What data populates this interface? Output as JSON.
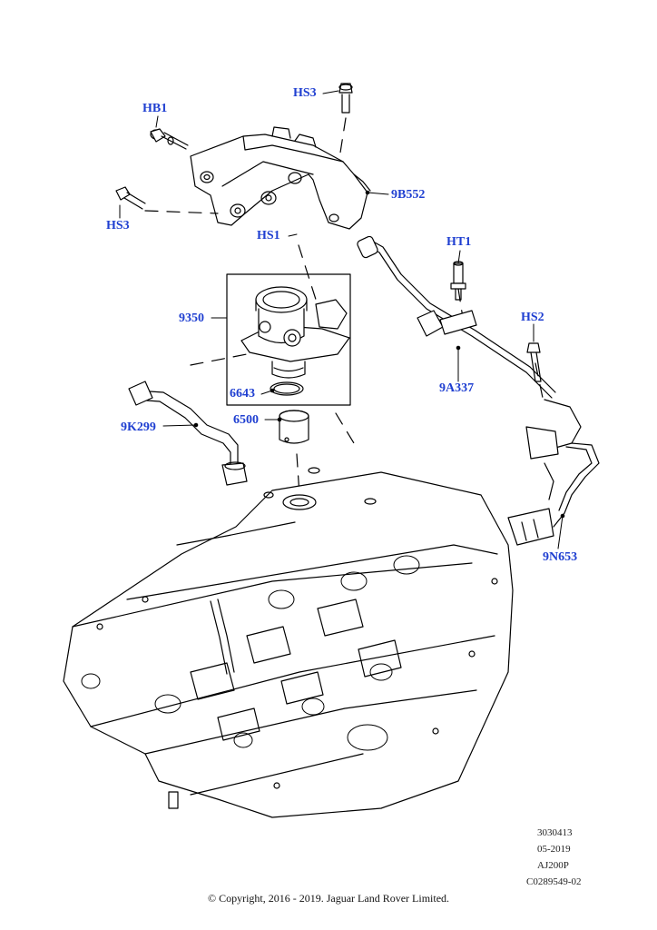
{
  "callouts": {
    "HB1": "HB1",
    "HS3_top": "HS3",
    "HS3_left": "HS3",
    "9B552": "9B552",
    "HS1": "HS1",
    "HT1": "HT1",
    "HS2": "HS2",
    "9350": "9350",
    "9A337": "9A337",
    "6643": "6643",
    "6500": "6500",
    "9K299": "9K299",
    "9N653": "9N653"
  },
  "meta": {
    "ref": "3030413",
    "date": "05-2019",
    "engine": "AJ200P",
    "code": "C0289549-02"
  },
  "copyright": "© Copyright, 2016 - 2019. Jaguar Land Rover Limited.",
  "colors": {
    "callout": "#1f3fd1",
    "line": "#000000"
  }
}
